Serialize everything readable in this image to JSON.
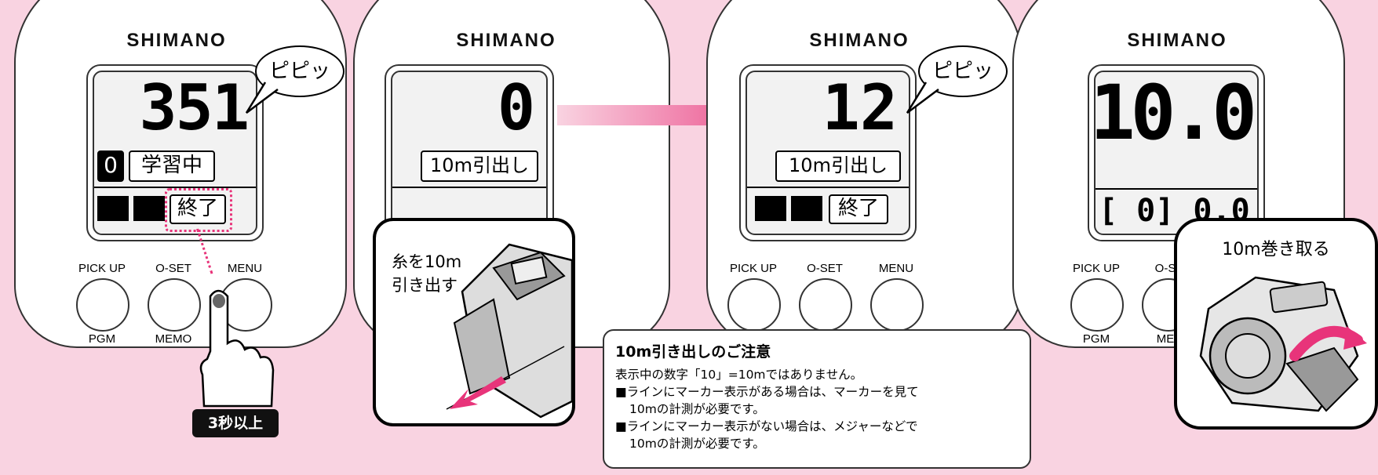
{
  "brand": "SHIMANO",
  "beep": "ピピッ",
  "buttons": {
    "pick_up": "PICK UP",
    "o_set": "O-SET",
    "menu": "MENU",
    "pgm": "PGM",
    "memo": "MEMO",
    "menu_partial": "MENU",
    "o_set_partial": "O-S",
    "memo_partial": "ME"
  },
  "step1": {
    "counter": "351",
    "digit": "0",
    "status_label": "学習中",
    "end_label": "終了",
    "hold_badge": "3秒以上"
  },
  "step2": {
    "counter": "0",
    "pull_label": "10m引出し",
    "inset_text_line1": "糸を10m",
    "inset_text_line2": "引き出す"
  },
  "step3": {
    "counter": "12",
    "pull_label": "10m引出し",
    "end_label": "終了"
  },
  "step4": {
    "counter": "10.0",
    "sub_reading": "[ 0] 0.0",
    "inset_title": "10m巻き取る"
  },
  "notice": {
    "title": "10m引き出しのご注意",
    "line1": "表示中の数字「10」=10mではありません。",
    "line2": "■ラインにマーカー表示がある場合は、マーカーを見て",
    "line3": "10mの計測が必要です。",
    "line4": "■ラインにマーカー表示がない場合は、メジャーなどで",
    "line5": "10mの計測が必要です。"
  },
  "colors": {
    "background": "#f9d3e1",
    "arrow": "#e8347a",
    "dotted_highlight": "#e8347a"
  }
}
